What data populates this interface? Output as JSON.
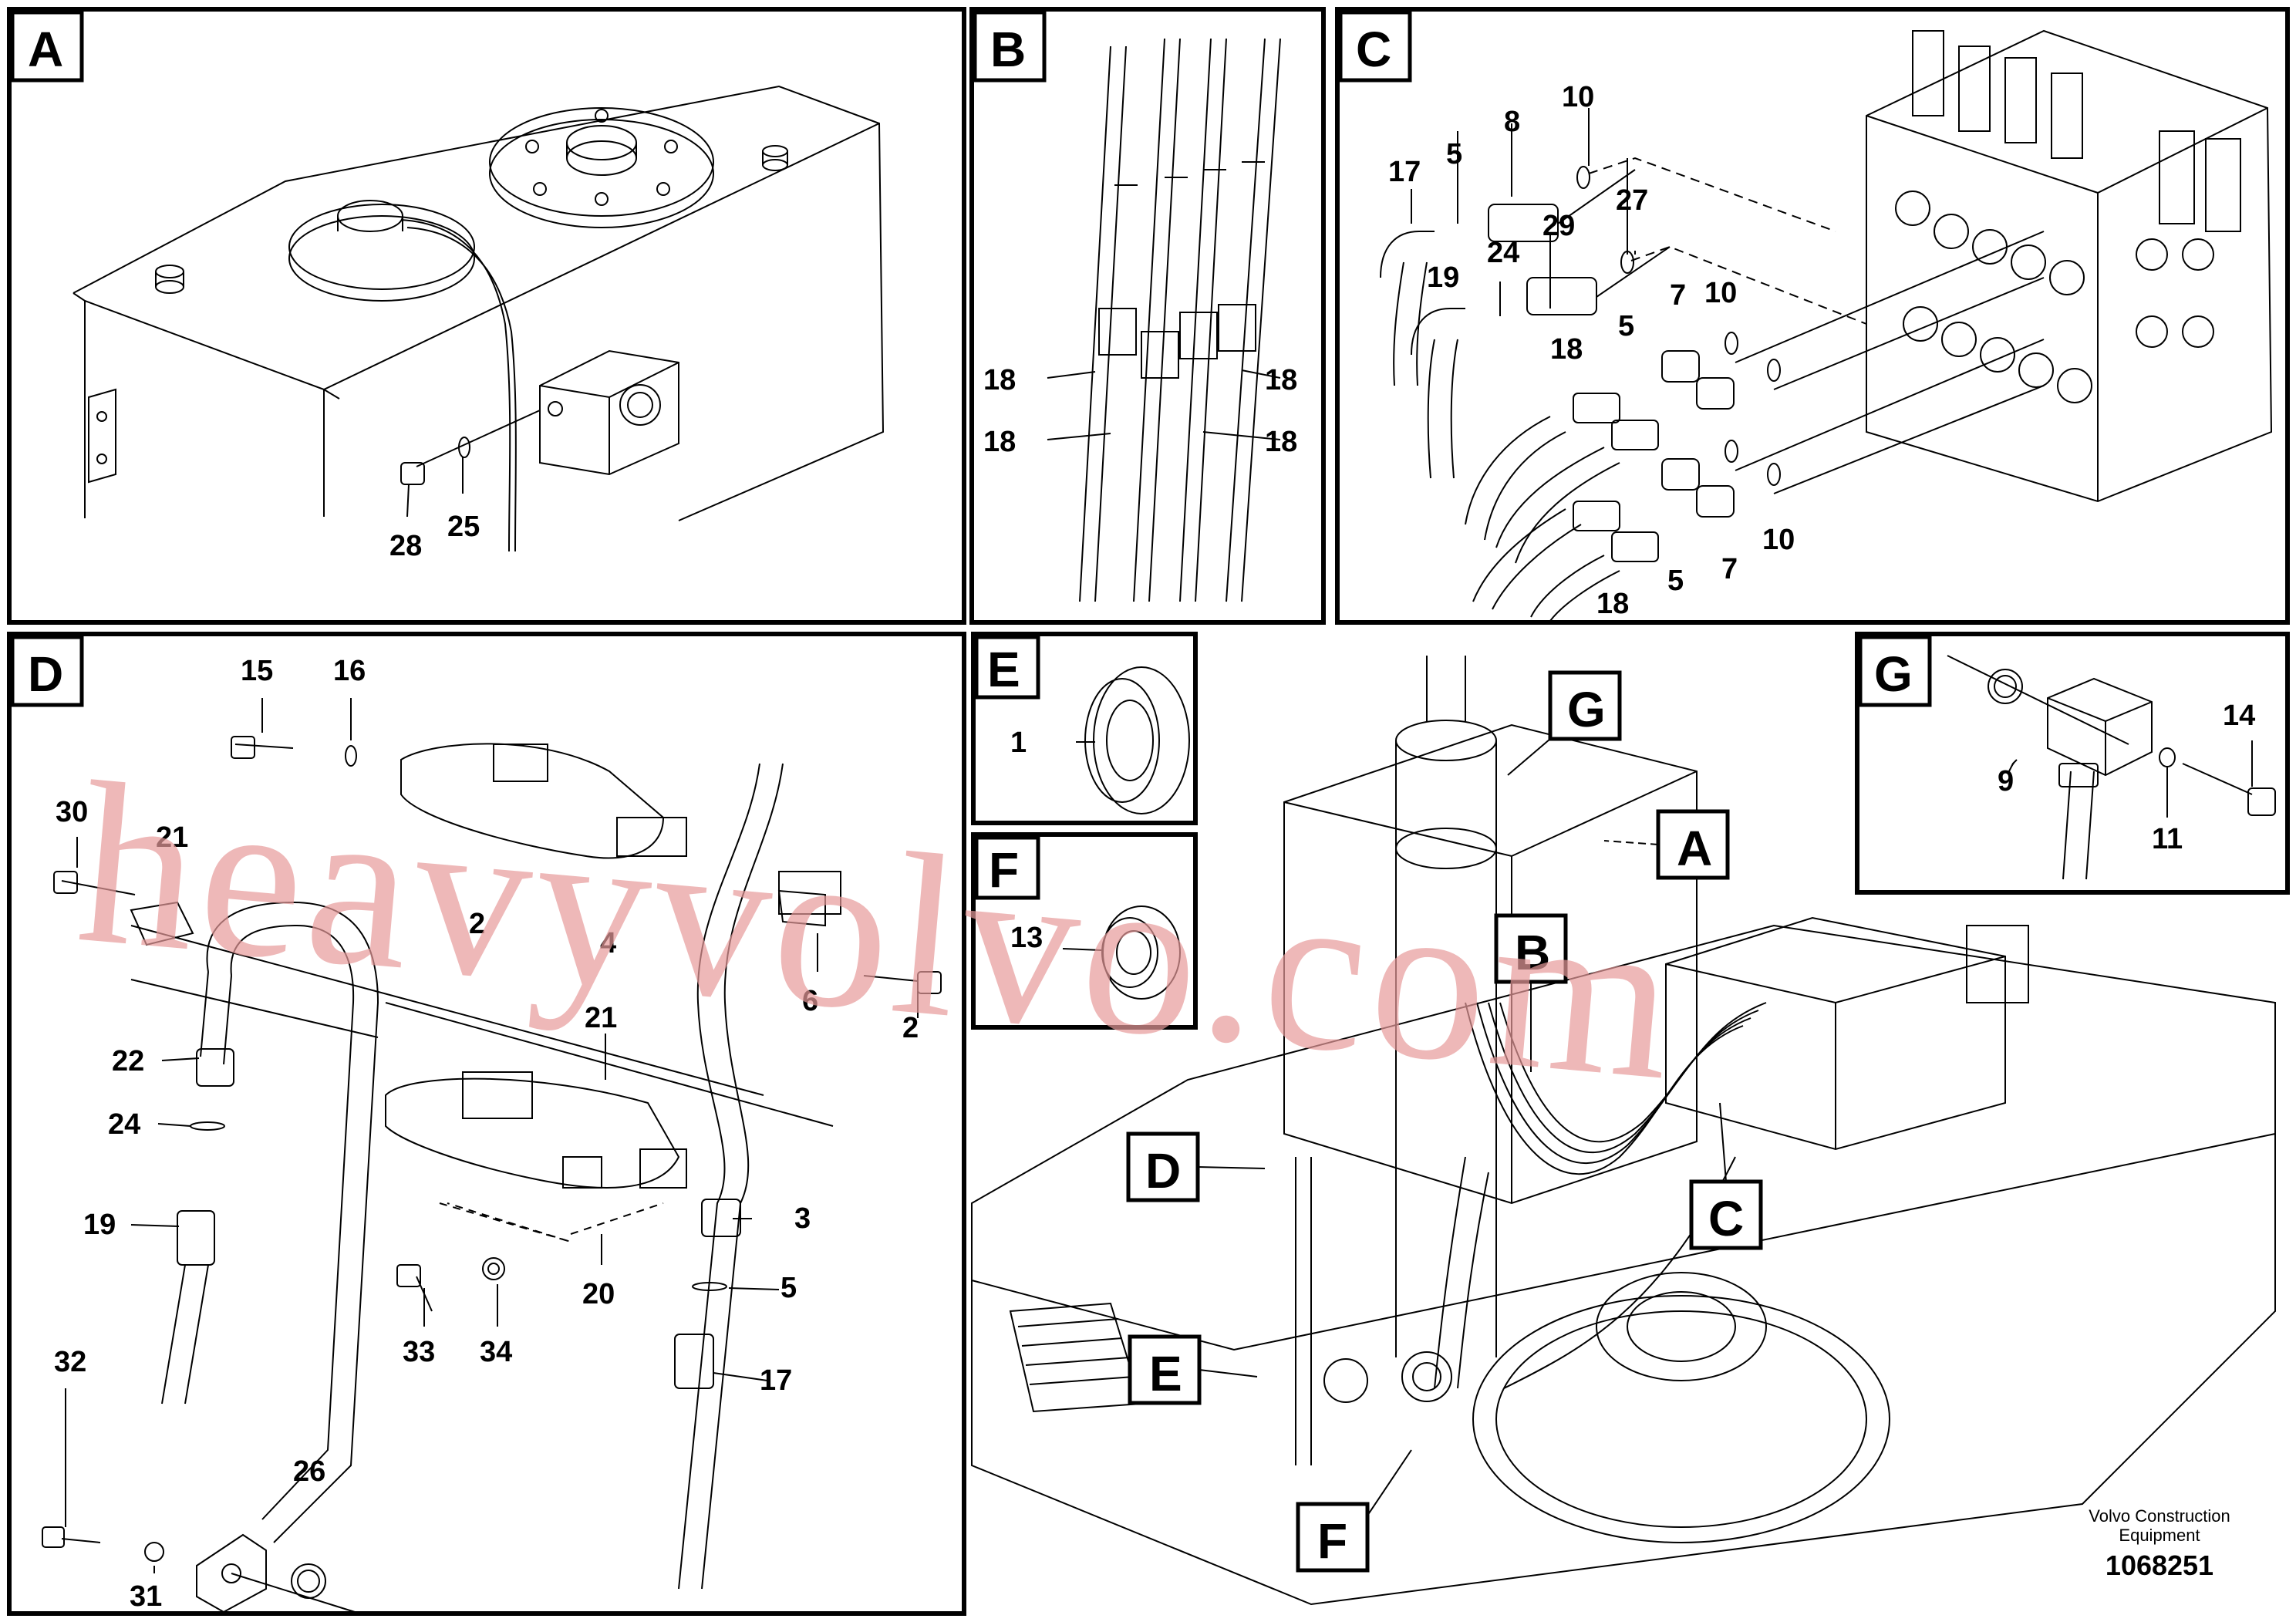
{
  "panels": {
    "A": {
      "label": "A",
      "parts": [
        "28",
        "25"
      ]
    },
    "B": {
      "label": "B",
      "parts": [
        "18",
        "18",
        "18",
        "18"
      ]
    },
    "C": {
      "label": "C",
      "parts": [
        "17",
        "5",
        "8",
        "10",
        "19",
        "24",
        "29",
        "27",
        "18",
        "5",
        "7",
        "10",
        "10",
        "18",
        "5",
        "7"
      ]
    },
    "D": {
      "label": "D",
      "parts": [
        "15",
        "16",
        "30",
        "21",
        "2",
        "4",
        "6",
        "2",
        "22",
        "24",
        "21",
        "19",
        "3",
        "20",
        "5",
        "33",
        "34",
        "17",
        "32",
        "26",
        "31"
      ]
    },
    "E": {
      "label": "E",
      "parts": [
        "1"
      ]
    },
    "F": {
      "label": "F",
      "parts": [
        "13"
      ]
    },
    "G": {
      "label": "G",
      "parts": [
        "9",
        "14",
        "11"
      ]
    },
    "overview": {
      "callouts": [
        "G",
        "A",
        "B",
        "D",
        "C",
        "E",
        "F"
      ]
    }
  },
  "footer": {
    "brand_line1": "Volvo Construction",
    "brand_line2": "Equipment",
    "doc_number": "1068251"
  },
  "watermark": "heavyvolvo.com",
  "colors": {
    "line": "#000000",
    "watermark": "#e79a9a",
    "background": "#ffffff"
  }
}
